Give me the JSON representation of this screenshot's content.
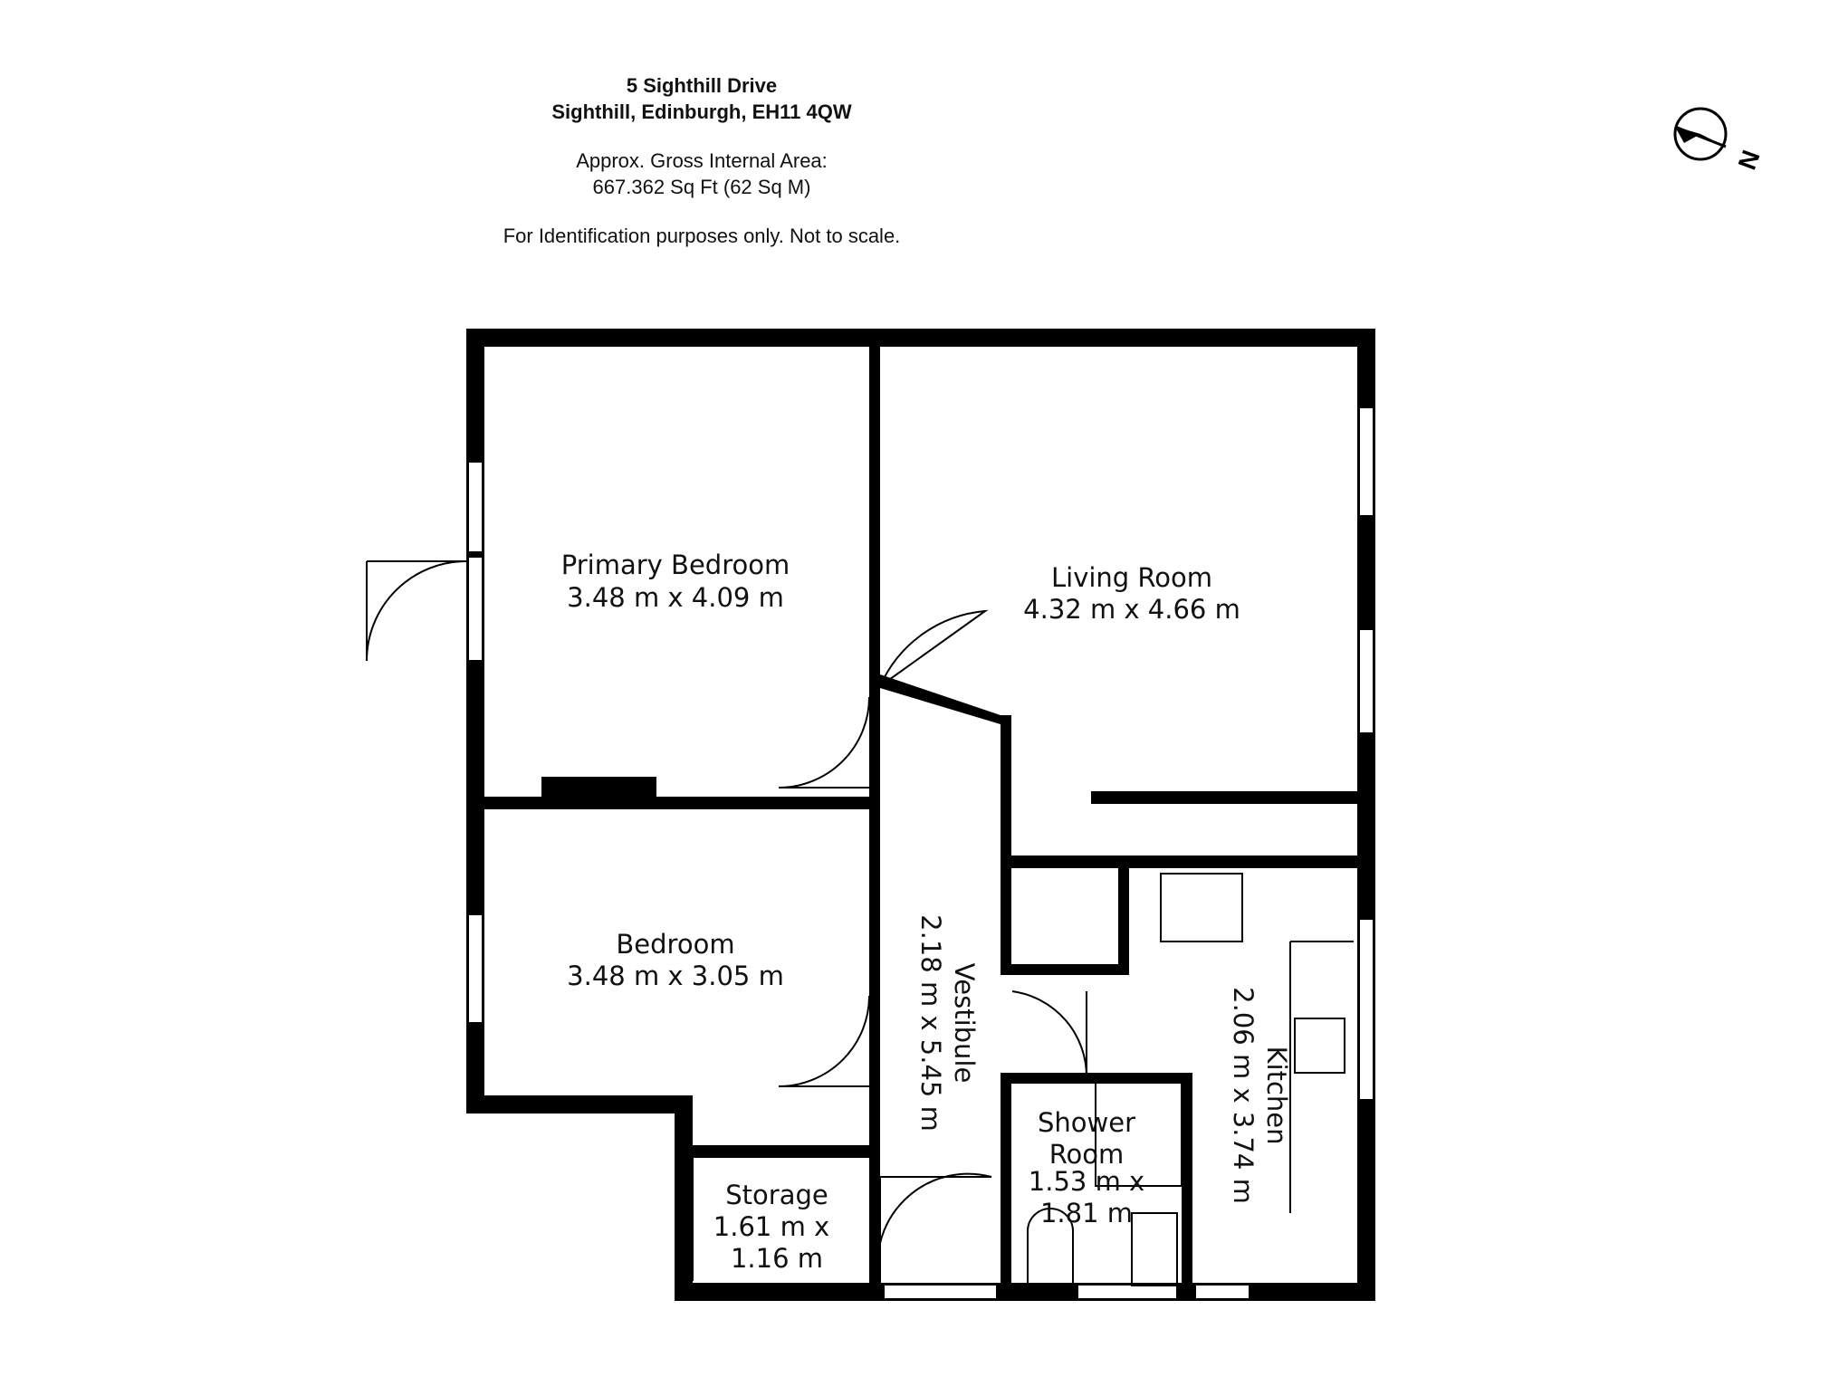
{
  "header": {
    "address_line1": "5 Sighthill Drive",
    "address_line2": "Sighthill, Edinburgh, EH11 4QW",
    "area_label": "Approx. Gross Internal Area:",
    "area_value": "667.362 Sq Ft (62 Sq M)",
    "disclaimer": "For Identification purposes only. Not to scale."
  },
  "compass": {
    "label": "N",
    "icon": "north-arrow-icon"
  },
  "rooms": {
    "primary_bedroom": {
      "name": "Primary Bedroom",
      "size": "3.48 m x 4.09 m"
    },
    "living_room": {
      "name": "Living Room",
      "size": "4.32 m x 4.66 m"
    },
    "bedroom": {
      "name": "Bedroom",
      "size": "3.48 m x 3.05 m"
    },
    "vestibule": {
      "name": "Vestibule",
      "size": "2.18 m x 5.45 m"
    },
    "kitchen": {
      "name": "Kitchen",
      "size": "2.06 m x 3.74 m"
    },
    "shower_room": {
      "name_line1": "Shower",
      "name_line2": "Room",
      "size_line1": "1.53 m x",
      "size_line2": "1.81 m"
    },
    "storage": {
      "name": "Storage",
      "size_line1": "1.61 m x",
      "size_line2": "1.16 m"
    }
  },
  "colors": {
    "wall": "#000000",
    "background": "#ffffff",
    "text": "#111111"
  }
}
